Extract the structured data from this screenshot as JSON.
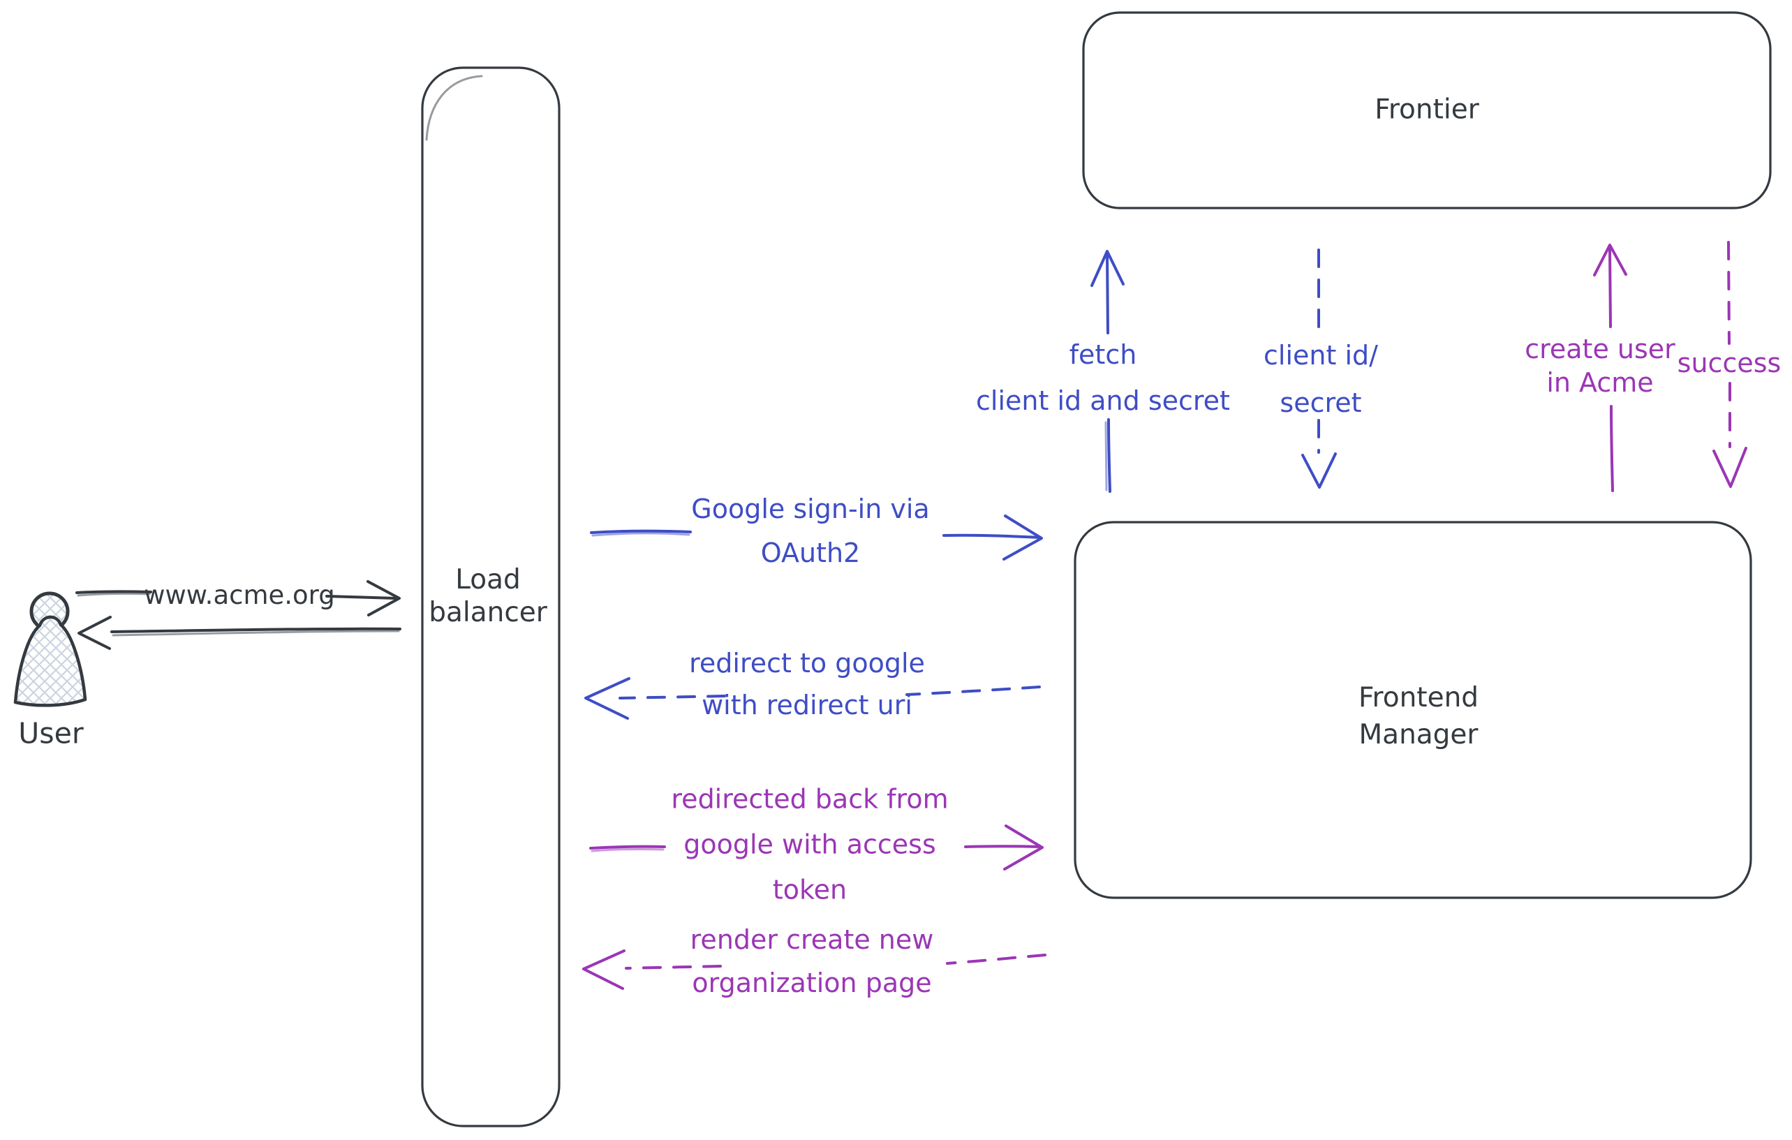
{
  "diagram": {
    "background": "#ffffff",
    "colors": {
      "dark": "#343a40",
      "blue": "#3e4dc5",
      "purple": "#9b36b5",
      "hatch_fill": "#ccd5df"
    }
  },
  "nodes": {
    "user": {
      "label": "User"
    },
    "load_balancer": {
      "line1": "Load",
      "line2": "balancer"
    },
    "frontier": {
      "label": "Frontier"
    },
    "frontend_manager": {
      "line1": "Frontend",
      "line2": "Manager"
    }
  },
  "arrows": {
    "www_acme": {
      "label": "www.acme.org",
      "style": "solid",
      "color": "dark",
      "direction": "right"
    },
    "return_to_user": {
      "style": "solid",
      "color": "dark",
      "direction": "left"
    },
    "google_sign_in": {
      "line1": "Google sign-in via",
      "line2": "OAuth2",
      "style": "solid",
      "color": "blue",
      "direction": "right"
    },
    "redirect_to_google": {
      "line1": "redirect to google",
      "line2": "with redirect uri",
      "style": "dashed",
      "color": "blue",
      "direction": "left"
    },
    "fetch_client_id": {
      "line1": "fetch",
      "line2": "client id and secret",
      "style": "solid",
      "color": "blue",
      "direction": "up"
    },
    "client_id_secret": {
      "line1": "client id/",
      "line2": "secret",
      "style": "dashed",
      "color": "blue",
      "direction": "down"
    },
    "create_user": {
      "line1": "create user",
      "line2": "in Acme",
      "style": "solid",
      "color": "purple",
      "direction": "up"
    },
    "success": {
      "label": "success",
      "style": "dashed",
      "color": "purple",
      "direction": "down"
    },
    "redirected_back": {
      "line1": "redirected back from",
      "line2": "google with access",
      "line3": "token",
      "style": "solid",
      "color": "purple",
      "direction": "right"
    },
    "render_create_org": {
      "line1": "render create new",
      "line2": "organization page",
      "style": "dashed",
      "color": "purple",
      "direction": "left"
    }
  }
}
